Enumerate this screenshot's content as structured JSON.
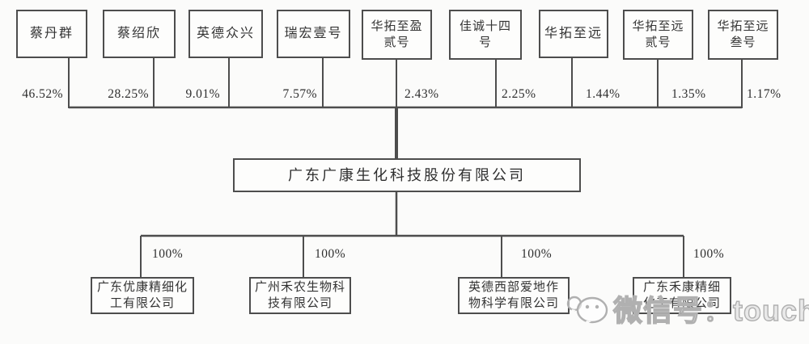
{
  "diagram": {
    "title_hint": "equity-structure-chart",
    "company": {
      "name": "广东广康生化科技股份有限公司"
    },
    "shareholders": [
      {
        "name": "蔡丹群",
        "pct": "46.52%"
      },
      {
        "name": "蔡绍欣",
        "pct": "28.25%"
      },
      {
        "name": "英德众兴",
        "pct": "9.01%"
      },
      {
        "name": "瑞宏壹号",
        "pct": "7.57%"
      },
      {
        "name": "华拓至盈贰号",
        "pct": "2.43%"
      },
      {
        "name": "佳诚十四号",
        "pct": "2.25%"
      },
      {
        "name": "华拓至远",
        "pct": "1.44%"
      },
      {
        "name": "华拓至远贰号",
        "pct": "1.35%"
      },
      {
        "name": "华拓至远叁号",
        "pct": "1.17%"
      }
    ],
    "subsidiaries": [
      {
        "name": "广东优康精细化工有限公司",
        "pct": "100%"
      },
      {
        "name": "广州禾农生物科技有限公司",
        "pct": "100%"
      },
      {
        "name": "英德西部爱地作物科学有限公司",
        "pct": "100%"
      },
      {
        "name": "广东禾康精细化工有限公司",
        "pct": "100%"
      }
    ],
    "colors": {
      "line": "#4d4d4d",
      "text": "#2e2e2e",
      "box_background": "#fdfdfc",
      "page_background": "#fbfbfa",
      "watermark": "#b0b0b0"
    }
  },
  "watermark": {
    "text": "微信号：touchweb",
    "icon": "wechat-bubbles-icon"
  }
}
